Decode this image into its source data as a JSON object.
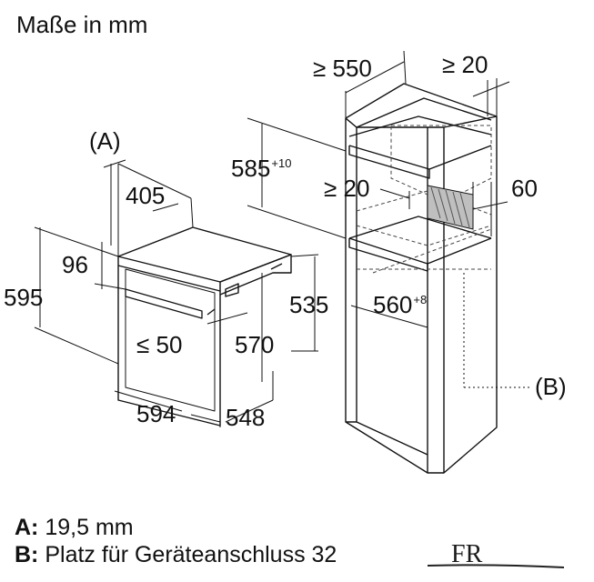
{
  "title": "Maße in mm",
  "dimensions": {
    "oven": {
      "a_marker": "(A)",
      "d405": "405",
      "d96": "96",
      "d595": "595",
      "d535": "535",
      "d570": "570",
      "d50": "≤ 50",
      "d594": "594",
      "d548": "548"
    },
    "cabinet": {
      "d550": "≥ 550",
      "d20_top": "≥ 20",
      "d585": "585",
      "d585_sup": "+10",
      "d20_mid": "≥ 20",
      "d60": "60",
      "d560": "560",
      "d560_sup": "+8",
      "b_marker": "(B)"
    }
  },
  "legend": [
    {
      "key": "A:",
      "text": " 19,5 mm"
    },
    {
      "key": "B:",
      "text": " Platz für Geräteanschluss 32"
    }
  ],
  "logo": {
    "text": "FR"
  }
}
